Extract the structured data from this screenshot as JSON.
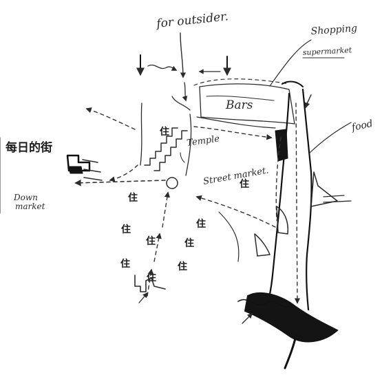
{
  "labels": {
    "for_outsider": "for outsider.",
    "shopping": "Shopping",
    "supermarket": "supermarket",
    "food": "food",
    "bars": "Bars",
    "temple": "Temple",
    "street_market": "Street market.",
    "everyday_street": "每日的街",
    "down_market_1": "Down",
    "down_market_2": "market",
    "housing": "住"
  },
  "housing_marks_count": 10,
  "ink_color": "#2b2b2b"
}
